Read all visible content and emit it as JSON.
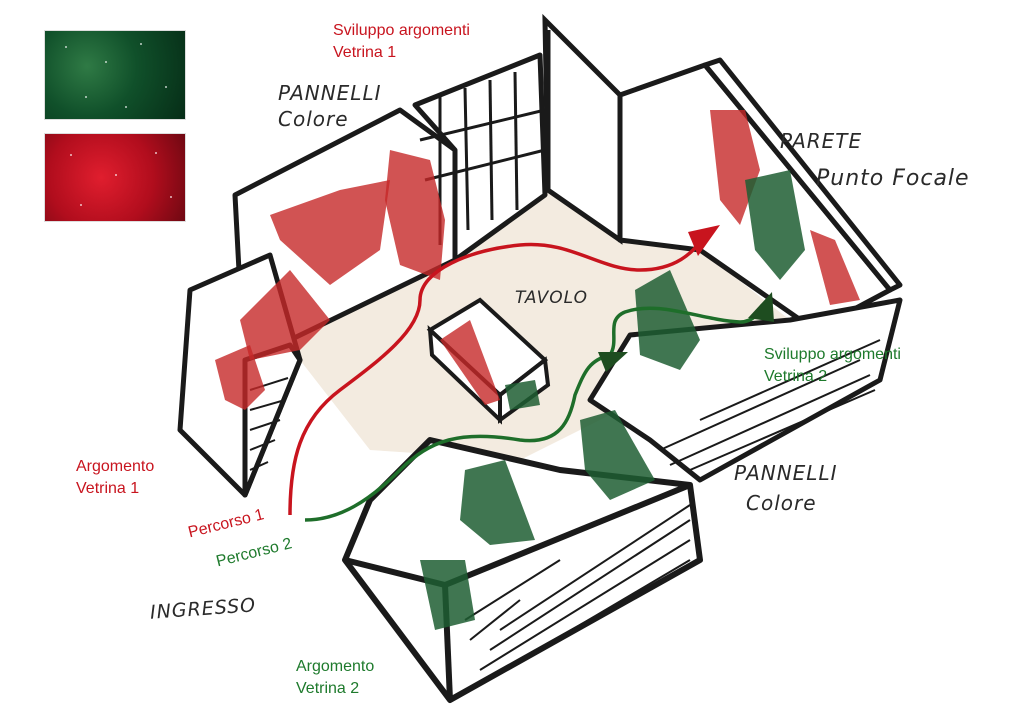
{
  "labels": {
    "sviluppo_vetrina1": [
      "Sviluppo argomenti",
      "Vetrina 1"
    ],
    "sviluppo_vetrina2": [
      "Sviluppo argomenti",
      "Vetrina 2"
    ],
    "argomento_vetrina1": [
      "Argomento",
      "Vetrina 1"
    ],
    "argomento_vetrina2": [
      "Argomento",
      "Vetrina 2"
    ],
    "percorso1": "Percorso 1",
    "percorso2": "Percorso 2"
  },
  "handwritten": {
    "pannelli_top": [
      "PANNELLI",
      "Colore"
    ],
    "parete": [
      "PARETE",
      "Punto Focale"
    ],
    "tavolo": "TAVOLO",
    "pannelli_right": [
      "PANNELLI",
      "Colore"
    ],
    "ingresso": "INGRESSO"
  },
  "colors": {
    "red": "#c8141e",
    "green": "#1e7a2c",
    "red_fill": "#c62828",
    "green_fill": "#1f5e33"
  }
}
